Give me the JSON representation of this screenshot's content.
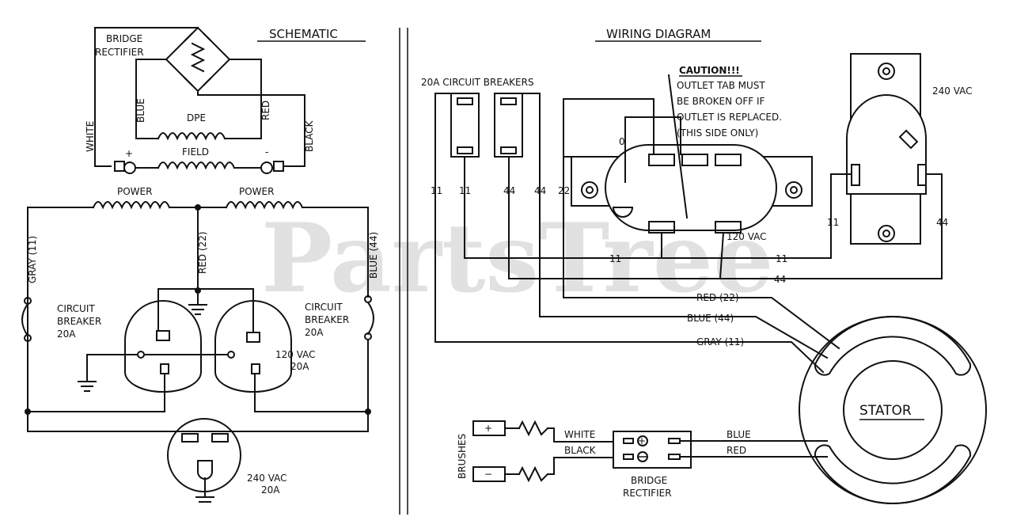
{
  "schematic": {
    "heading": "SCHEMATIC",
    "bridge_rectifier": [
      "BRIDGE",
      "RECTIFIER"
    ],
    "white": "WHITE",
    "blue": "BLUE",
    "red": "RED",
    "black": "BLACK",
    "dpe": "DPE",
    "field": "FIELD",
    "plus": "+",
    "minus": "-",
    "power_left": "POWER",
    "power_right": "POWER",
    "gray_11": "GRAY (11)",
    "red_22": "RED (22)",
    "blue_44": "BLUE (44)",
    "cb_left": [
      "CIRCUIT",
      "BREAKER",
      "20A"
    ],
    "cb_right": [
      "CIRCUIT",
      "BREAKER",
      "20A"
    ],
    "outlet_120": [
      "120 VAC",
      "20A"
    ],
    "outlet_240": [
      "240 VAC",
      "20A"
    ]
  },
  "wiring": {
    "heading": "WIRING DIAGRAM",
    "breakers_label": "20A CIRCUIT BREAKERS",
    "caution": [
      "CAUTION!!!",
      "OUTLET TAB MUST",
      "BE BROKEN OFF IF",
      "OUTLET IS REPLACED.",
      "(THIS SIDE ONLY)"
    ],
    "zero": "0",
    "vac_120": "120 VAC",
    "vac_240": "240 VAC",
    "n11a": "11",
    "n11b": "11",
    "n44a": "44",
    "n44b": "44",
    "n22": "22",
    "n11c": "11",
    "n11d": "11",
    "n11e": "11",
    "n44c": "44",
    "n44d": "44",
    "red22": "RED (22)",
    "blue44": "BLUE (44)",
    "gray11": "GRAY (11)",
    "stator": "STATOR",
    "brushes": "BRUSHES",
    "plus": "+",
    "minus": "−",
    "white": "WHITE",
    "black": "BLACK",
    "blue": "BLUE",
    "red": "RED",
    "bridge_rectifier": [
      "BRIDGE",
      "RECTIFIER"
    ]
  },
  "watermark": "PartsTree"
}
